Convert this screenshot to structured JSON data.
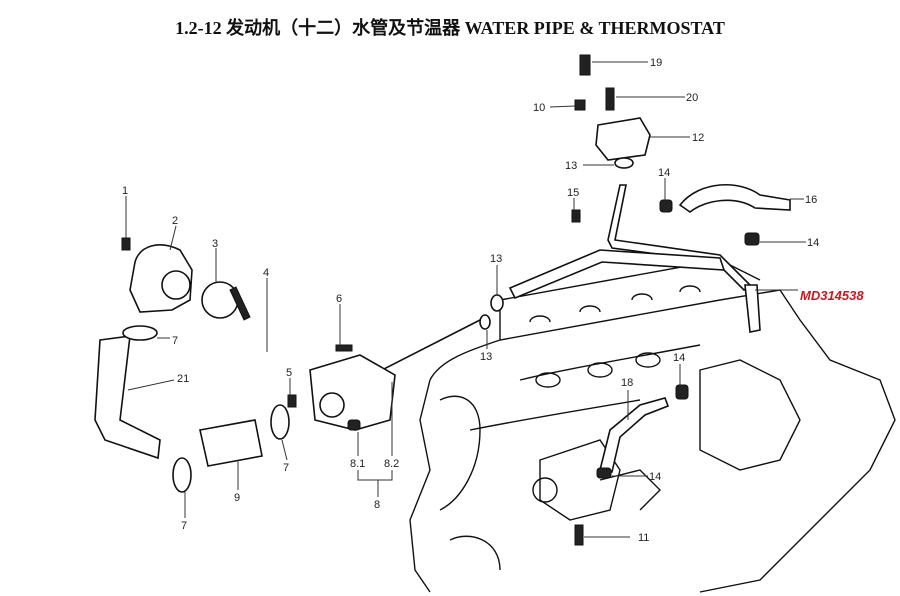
{
  "title": "1.2-12  发动机（十二）水管及节温器 WATER PIPE & THERMOSTAT",
  "highlight_part_number": "MD314538",
  "highlight_color": "#d4141c",
  "callouts": [
    {
      "id": "c1",
      "label": "1"
    },
    {
      "id": "c2",
      "label": "2"
    },
    {
      "id": "c3",
      "label": "3"
    },
    {
      "id": "c4",
      "label": "4"
    },
    {
      "id": "c5",
      "label": "5"
    },
    {
      "id": "c6",
      "label": "6"
    },
    {
      "id": "c7a",
      "label": "7"
    },
    {
      "id": "c7b",
      "label": "7"
    },
    {
      "id": "c7c",
      "label": "7"
    },
    {
      "id": "c8",
      "label": "8"
    },
    {
      "id": "c81",
      "label": "8.1"
    },
    {
      "id": "c82",
      "label": "8.2"
    },
    {
      "id": "c9",
      "label": "9"
    },
    {
      "id": "c10",
      "label": "10"
    },
    {
      "id": "c11",
      "label": "11"
    },
    {
      "id": "c12",
      "label": "12"
    },
    {
      "id": "c13a",
      "label": "13"
    },
    {
      "id": "c13b",
      "label": "13"
    },
    {
      "id": "c13c",
      "label": "13"
    },
    {
      "id": "c14a",
      "label": "14"
    },
    {
      "id": "c14b",
      "label": "14"
    },
    {
      "id": "c14c",
      "label": "14"
    },
    {
      "id": "c14d",
      "label": "14"
    },
    {
      "id": "c15",
      "label": "15"
    },
    {
      "id": "c16",
      "label": "16"
    },
    {
      "id": "c18",
      "label": "18"
    },
    {
      "id": "c19",
      "label": "19"
    },
    {
      "id": "c20",
      "label": "20"
    },
    {
      "id": "c21",
      "label": "21"
    }
  ]
}
